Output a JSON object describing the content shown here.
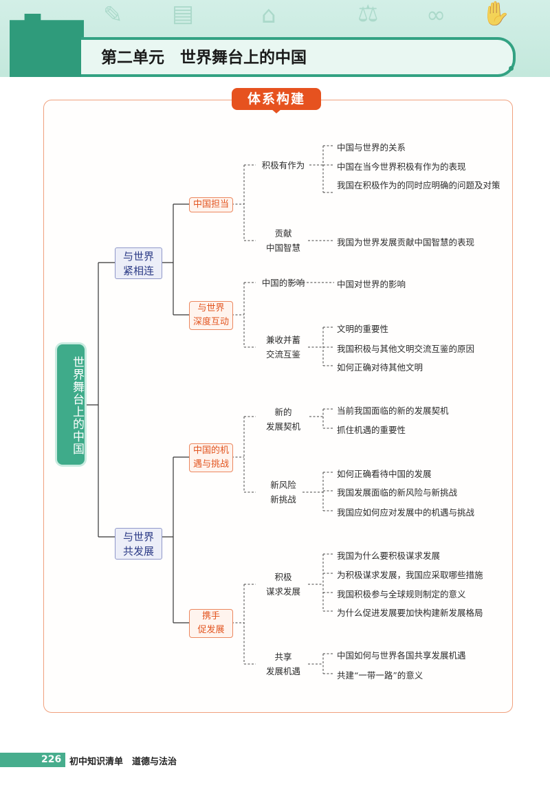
{
  "header": {
    "title": "第二单元　世界舞台上的中国",
    "section_badge": "体系构建"
  },
  "mindmap": {
    "root": "世界舞台上的中国",
    "branches": [
      {
        "label": "与世界\n紧相连",
        "topics": [
          {
            "label": "中国担当",
            "subtopics": [
              {
                "label": "积极有作为",
                "points": [
                  "中国与世界的关系",
                  "中国在当今世界积极有作为的表现",
                  "我国在积极作为的同时应明确的问题及对策"
                ]
              },
              {
                "label": "贡献\n中国智慧",
                "points": [
                  "我国为世界发展贡献中国智慧的表现"
                ]
              }
            ]
          },
          {
            "label": "与世界\n深度互动",
            "subtopics": [
              {
                "label": "中国的影响",
                "points": [
                  "中国对世界的影响"
                ]
              },
              {
                "label": "兼收并蓄\n交流互鉴",
                "points": [
                  "文明的重要性",
                  "我国积极与其他文明交流互鉴的原因",
                  "如何正确对待其他文明"
                ]
              }
            ]
          }
        ]
      },
      {
        "label": "与世界\n共发展",
        "topics": [
          {
            "label": "中国的机\n遇与挑战",
            "subtopics": [
              {
                "label": "新的\n发展契机",
                "points": [
                  "当前我国面临的新的发展契机",
                  "抓住机遇的重要性"
                ]
              },
              {
                "label": "新风险\n新挑战",
                "points": [
                  "如何正确看待中国的发展",
                  "我国发展面临的新风险与新挑战",
                  "我国应如何应对发展中的机遇与挑战"
                ]
              }
            ]
          },
          {
            "label": "携手\n促发展",
            "subtopics": [
              {
                "label": "积极\n谋求发展",
                "points": [
                  "我国为什么要积极谋求发展",
                  "为积极谋求发展，我国应采取哪些措施",
                  "我国积极参与全球规则制定的意义",
                  "为什么促进发展要加快构建新发展格局"
                ]
              },
              {
                "label": "共享\n发展机遇",
                "points": [
                  "中国如何与世界各国共享发展机遇",
                  "共建“一带一路”的意义"
                ]
              }
            ]
          }
        ]
      }
    ]
  },
  "footer": {
    "page_number": "226",
    "book_title": "初中知识清单　道德与法治"
  },
  "colors": {
    "green": "#2f9b7b",
    "orange": "#e6521f",
    "navy": "#2c3b86"
  }
}
